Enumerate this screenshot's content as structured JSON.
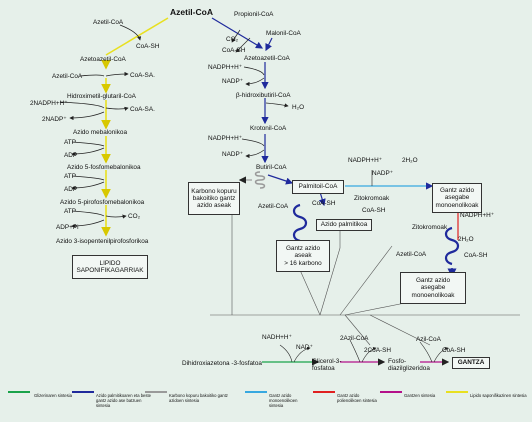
{
  "title": "Azetil-CoA",
  "left_pathway": {
    "azetil_coa": "Azetil-CoA",
    "coa_sh": "CoA-SH",
    "azetoazetil_coa": "Azetoazetil-CoA",
    "azetil_coa_2": "Azetil-CoA",
    "coa_sa_1": "CoA-SA.",
    "hmg_coa": "Hidroximetil-glutaril-CoA",
    "nadph2": "2NADPH+H⁺",
    "coa_sa_2": "CoA-SA.",
    "nadp2": "2NADP⁺",
    "mebalonikoa": "Azido mebalonikoa",
    "atp1": "ATP",
    "adp1": "ADP",
    "fosfomebalonikoa": "Azido 5-fosfomebalonikoa",
    "atp2": "ATP",
    "adp2": "ADP",
    "pirofosfomebalonikoa": "Azido 5-pirofosfomebalonikoa",
    "atp3": "ATP",
    "co2": "CO₂",
    "adp_pi": "ADP+Pi",
    "isopentenil": "Azido 3-isopentenilpirofosforikoa",
    "lipido_box": "LIPIDO\nSAPONIFIKAGARRIAK"
  },
  "right_pathway": {
    "propionil": "Propionil-CoA",
    "malonil": "Malonil-CoA",
    "co2": "CO₂",
    "coa_sh": "CoA-SH",
    "nadph_1": "NADPH+H⁺",
    "azetoazetil": "Azetoazetil-CoA",
    "nadp_1": "NADP⁺",
    "hidroxibutiril": "β-hidroxibutiril-CoA",
    "h2o_1": "H₂O",
    "nadph_2": "NADPH+H⁺",
    "krotonil": "Krotonil-CoA",
    "nadp_2": "NADP⁺",
    "butiril": "Butiril-CoA",
    "karbono_box": "Karbono kopuru\nbakoitiko gantz\nazido aseak",
    "palmitoil": "Palmitoil-CoA",
    "azetil_coa": "Azetil-CoA",
    "coa_sh_2": "CoA-SH",
    "nadph_3": "NADPH+H⁺",
    "nadp_3": "NADP⁺",
    "h2o_2": "2H₂O",
    "zitokromoak_1": "Zitokromoak",
    "coa_sh_3": "CoA-SH",
    "azido_palmitikoa": "Azido palmitikoa",
    "gantz_aseak_box": "Gantz azido\naseak\n> 16 karbono",
    "monoenoliko_box": "Gantz azido\nasegabe\nmonoenolikoak",
    "nadph_4": "NADPH+H⁺",
    "zitokromoak_2": "Zitokromoak",
    "h2o_3": "2H₂O",
    "azetil_coa_3": "Azetil-CoA",
    "coa_sh_4": "CoA-SH",
    "monoenoliko_box_2": "Gantz azido\nasegabe\nmonoenolikoak"
  },
  "bottom": {
    "nadph": "NADH+H⁺",
    "nad": "NAD⁺",
    "dihidroxi": "Dihidroxiazetona -3-fosfatoa",
    "glicerol": "Glicerol-3-\nfosfatoa",
    "azil_coa_2": "2Azil-CoA",
    "coa_sh_2": "2CoA-SH",
    "azil_coa": "Azil-CoA",
    "coa_sh": "CoA-SH",
    "fosfo": "Fosfo-\ndiazilglizeridoa",
    "gantza_box": "GANTZA"
  },
  "legend": [
    {
      "label": "Glizerinaren sintesia",
      "color": "#1aa34a"
    },
    {
      "label": "Azido palmitikoaren eta beste gantz azido ase batzuen sintesia",
      "color": "#1f2a9c"
    },
    {
      "label": "Karbono kopuru bakoitiko gantz azidoen sintesia",
      "color": "#9a9a9a"
    },
    {
      "label": "Gantz azido monoenolikoen sintesia",
      "color": "#37a8e0"
    },
    {
      "label": "Gantz azido polienolikoen sintesia",
      "color": "#e02020"
    },
    {
      "label": "Gantzen sintesia",
      "color": "#b4108a"
    },
    {
      "label": "Lipido saponifikazinen sintesia",
      "color": "#e8e020"
    }
  ]
}
